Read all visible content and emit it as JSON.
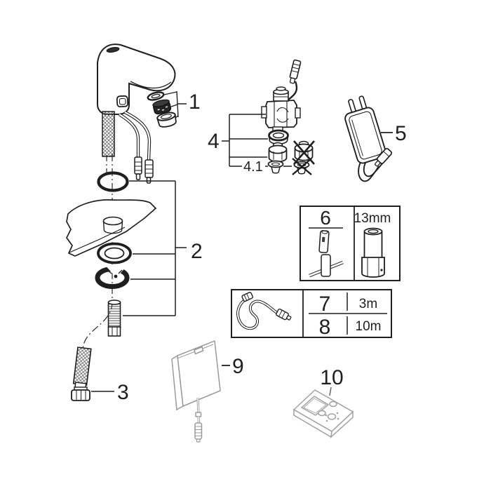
{
  "diagram": {
    "labels": {
      "part1": "1",
      "part2": "2",
      "part3": "3",
      "part4": "4",
      "part4_sub": "4.1",
      "part5": "5",
      "part9": "9",
      "part10": "10"
    },
    "tool_box": {
      "number": "6",
      "socket_size": "13mm"
    },
    "cable_box": {
      "rows": [
        {
          "number": "7",
          "length": "3m"
        },
        {
          "number": "8",
          "length": "10m"
        }
      ]
    },
    "colors": {
      "line": "#1f1f1f",
      "accessory_line": "#9a9a9a",
      "background": "#ffffff"
    }
  }
}
